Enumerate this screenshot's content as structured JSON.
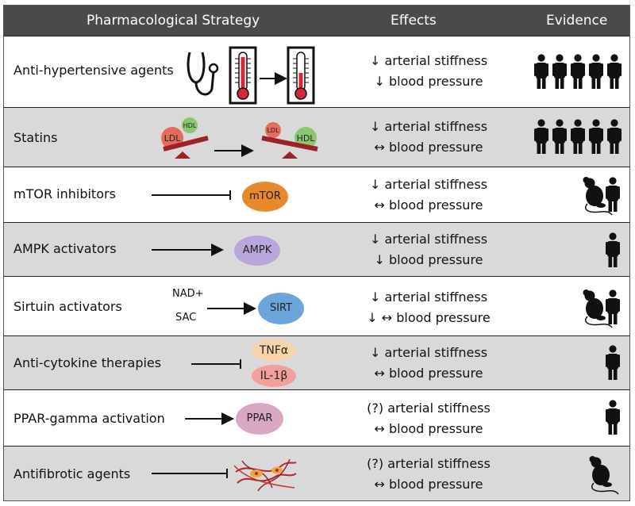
{
  "header": {
    "strategy": "Pharmacological Strategy",
    "effects": "Effects",
    "evidence": "Evidence"
  },
  "rows": [
    {
      "label": "Anti-hypertensive agents",
      "effect1": "↓ arterial stiffness",
      "effect2": "↓ blood pressure",
      "evidence": "human-group-icon"
    },
    {
      "label": "Statins",
      "effect1": "↓ arterial stiffness",
      "effect2": "↔ blood pressure",
      "evidence": "human-group-icon",
      "ldl": "LDL",
      "hdl": "HDL"
    },
    {
      "label": "mTOR inhibitors",
      "effect1": "↓ arterial stiffness",
      "effect2": "↔ blood pressure",
      "target": "mTOR",
      "evidence": "mouse-and-human-icon"
    },
    {
      "label": "AMPK activators",
      "effect1": "↓ arterial stiffness",
      "effect2": "↓ blood pressure",
      "target": "AMPK",
      "evidence": "human-icon"
    },
    {
      "label": "Sirtuin activators",
      "effect1": "↓ arterial stiffness",
      "effect2": "↓ ↔ blood pressure",
      "target": "SIRT",
      "input1": "NAD+",
      "input2": "SAC",
      "evidence": "mouse-and-human-icon"
    },
    {
      "label": "Anti-cytokine therapies",
      "effect1": "↓ arterial stiffness",
      "effect2": "↔ blood pressure",
      "target1": "TNFα",
      "target2": "IL-1β",
      "evidence": "human-icon"
    },
    {
      "label": "PPAR-gamma activation",
      "effect1": "(?) arterial stiffness",
      "effect2": "↔ blood pressure",
      "target": "PPAR",
      "evidence": "human-icon"
    },
    {
      "label": "Antifibrotic agents",
      "effect1": "(?) arterial stiffness",
      "effect2": "↔ blood pressure",
      "evidence": "mouse-icon"
    }
  ],
  "colors": {
    "header_bg": "#4a4a4a",
    "gray_row": "#d9d9d9",
    "mtor": "#e8892d",
    "ampk": "#b9a6db",
    "sirt": "#6aa6db",
    "tnf": "#f9d3a9",
    "il1": "#f2a09b",
    "ppar": "#d9a7c4",
    "ldl": "#e56b5d",
    "hdl": "#8bc86d",
    "seesaw": "#9b2226"
  }
}
